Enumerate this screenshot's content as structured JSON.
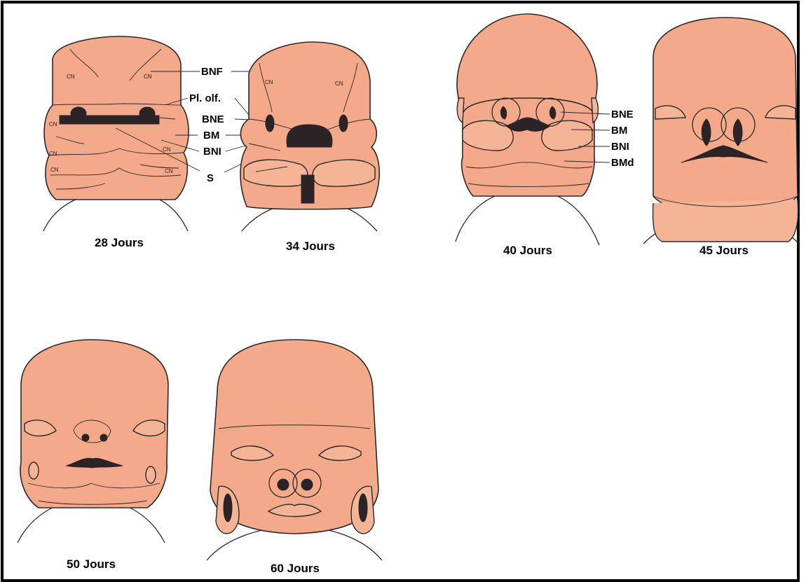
{
  "panels": [
    {
      "caption": "28 Jours"
    },
    {
      "caption": "34 Jours"
    },
    {
      "caption": "40 Jours"
    },
    {
      "caption": "45 Jours"
    },
    {
      "caption": "50 Jours"
    },
    {
      "caption": "60 Jours"
    }
  ],
  "labels": {
    "bnf": "BNF",
    "pl_olf": "Pl. olf.",
    "bne": "BNE",
    "bm": "BM",
    "bni": "BNI",
    "s": "S",
    "bne2": "BNE",
    "bm2": "BM",
    "bni2": "BNI",
    "bmd": "BMd"
  },
  "small_labels": {
    "cn": "CN"
  }
}
